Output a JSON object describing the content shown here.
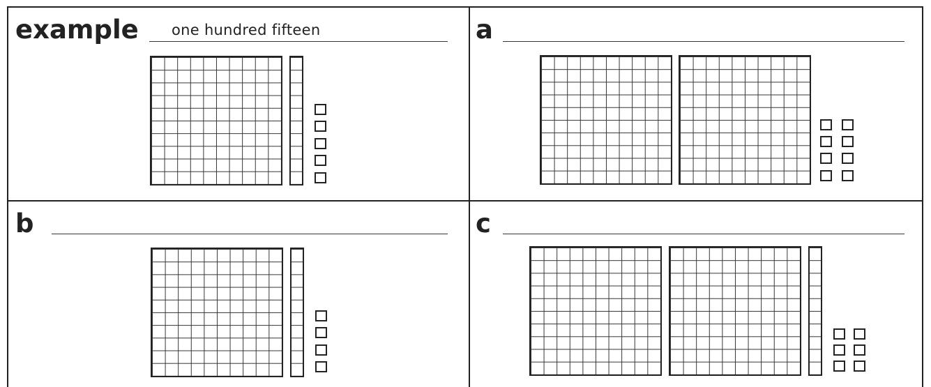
{
  "worksheet": {
    "panels": [
      {
        "id": "example",
        "label": "example",
        "answer": "one hundred fifteen",
        "hundreds": 1,
        "tens": 1,
        "ones": 5
      },
      {
        "id": "a",
        "label": "a",
        "answer": "",
        "hundreds": 2,
        "tens": 0,
        "ones": 8
      },
      {
        "id": "b",
        "label": "b",
        "answer": "",
        "hundreds": 1,
        "tens": 1,
        "ones": 4
      },
      {
        "id": "c",
        "label": "c",
        "answer": "",
        "hundreds": 2,
        "tens": 1,
        "ones": 6
      }
    ]
  }
}
